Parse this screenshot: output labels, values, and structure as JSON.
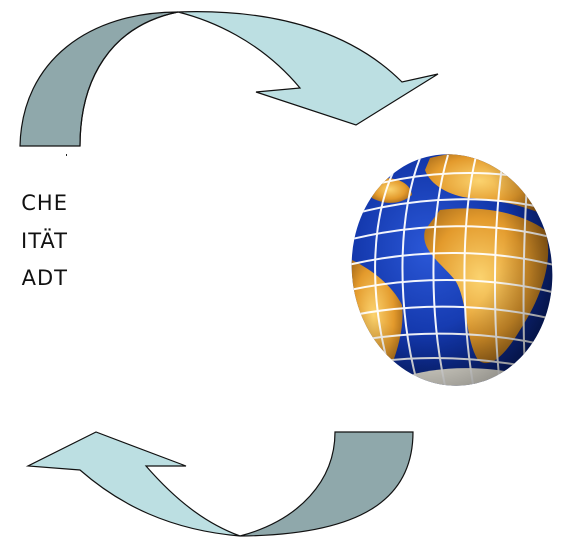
{
  "text_lines": [
    "CHE",
    "ITÄT",
    "ADT"
  ],
  "colors": {
    "arrow_light": "#bcdfe2",
    "arrow_dark": "#8fa8ab",
    "arrow_outline": "#111111",
    "ocean": "#0d2e9c",
    "land": "#e8a63c",
    "grid": "#ffffff"
  },
  "icons": {
    "top_arrow": "curved-arrow-right-icon",
    "bottom_arrow": "curved-arrow-left-icon",
    "globe": "globe-icon"
  }
}
